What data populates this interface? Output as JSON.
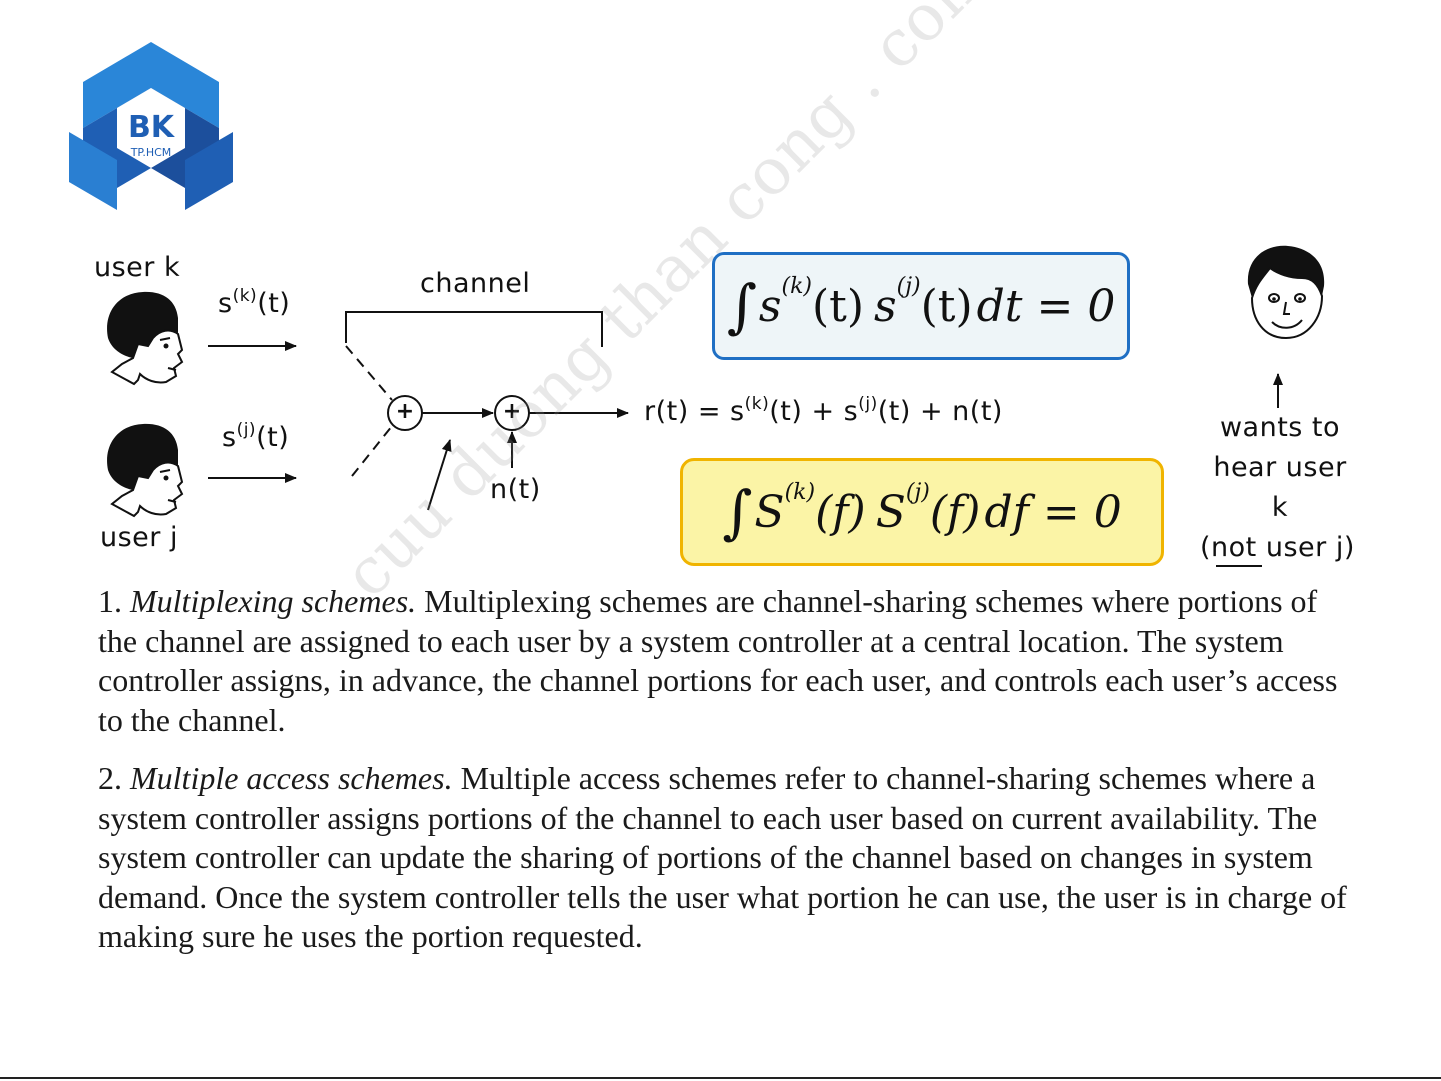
{
  "logo": {
    "title": "BK",
    "subtitle": "TP.HCM"
  },
  "diagram": {
    "user_k": "user k",
    "user_j": "user j",
    "signal_k_base": "s",
    "signal_k_sup": "(k)",
    "signal_k_arg": "(t)",
    "signal_j_base": "s",
    "signal_j_sup": "(j)",
    "signal_j_arg": "(t)",
    "channel": "channel",
    "noise": "n(t)",
    "adder_symbol": "+",
    "received": {
      "lhs": "r(t) = s",
      "k_sup": "(k)",
      "mid1": "(t) + s",
      "j_sup": "(j)",
      "tail": "(t) + n(t)"
    },
    "listener_text": [
      "wants to",
      "hear user",
      "k"
    ],
    "listener_not_open": "(",
    "listener_not": "not",
    "listener_not_close": " user j)"
  },
  "formula_time": {
    "integral": "∫",
    "s1": "s",
    "k": "(k)",
    "t1": "(t)",
    "s2": "s",
    "j": "(j)",
    "t2": "(t)",
    "tail": "dt = 0"
  },
  "formula_freq": {
    "integral": "∫",
    "S1": "S",
    "k": "(k)",
    "f1": "(f)",
    "S2": "S",
    "j": "(j)",
    "f2": "(f)",
    "tail": "df = 0"
  },
  "paragraph1": {
    "number": "1. ",
    "term": "Multiplexing schemes.",
    "body": "  Multiplexing schemes are channel-sharing schemes where portions of the channel are assigned to each user by a system controller at a central location. The system controller assigns, in advance, the channel portions for each user, and controls each user’s access to the channel."
  },
  "paragraph2": {
    "number": "2. ",
    "term": "Multiple access schemes.",
    "body": " Multiple access schemes refer to channel-sharing schemes where a system controller assigns portions of the channel to each user based on current availability. The system controller can update the sharing of portions of the channel based on changes in system demand. Once the system controller tells the user what portion he can use, the user is in charge of making sure he uses the portion requested."
  },
  "watermark": "cuu duong than cong . com",
  "colors": {
    "logo_dark": "#1f5fb4",
    "logo_light": "#2a86d8",
    "formula_time_border": "#1f6fc4",
    "formula_time_fill": "#eef5f8",
    "formula_freq_border": "#f0b400",
    "formula_freq_fill": "#fbf4a6"
  }
}
